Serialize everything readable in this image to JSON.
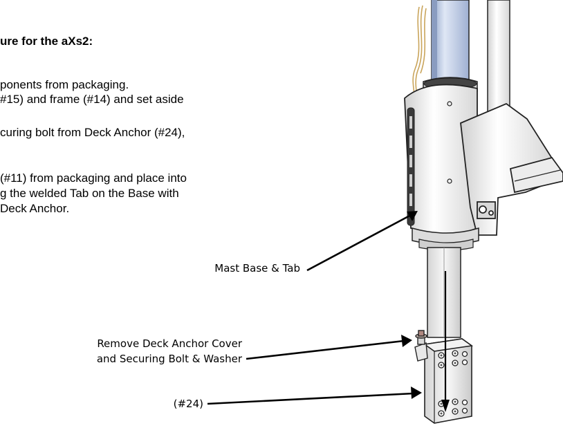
{
  "heading": "ure for the aXs2:",
  "steps": [
    "ponents from packaging.",
    "#15) and frame (#14) and set aside",
    "curing bolt from Deck Anchor (#24),",
    "(#11) from packaging and place into",
    "g the welded Tab on the Base with",
    "Deck Anchor."
  ],
  "callouts": {
    "mast_base": "Mast Base & Tab",
    "deck_anchor_line1": "Remove Deck Anchor Cover",
    "deck_anchor_line2": "and Securing Bolt & Washer",
    "part_number": "(#24)"
  },
  "colors": {
    "text": "#000000",
    "mast_light": "#b9c7e0",
    "metal": "#e9e9e9",
    "outline": "#222222",
    "wire": "#c9a45a"
  }
}
